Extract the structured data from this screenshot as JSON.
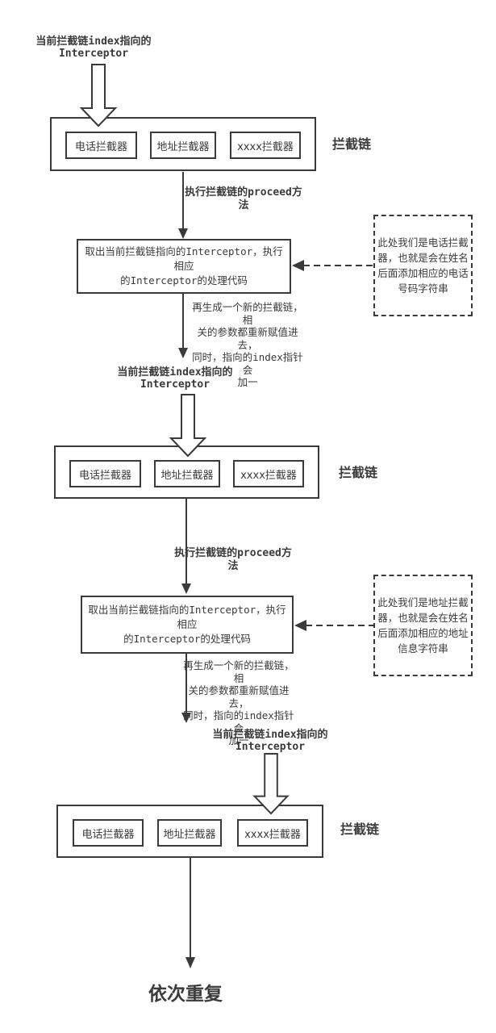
{
  "labels": {
    "pointer": [
      "当前拦截链index指向的",
      "Interceptor"
    ],
    "chain": "拦截链",
    "proceed": [
      "执行拦截链的proceed方",
      "法"
    ],
    "repeat": "依次重复"
  },
  "chain": {
    "interceptors": [
      "电话拦截器",
      "地址拦截器",
      "xxxx拦截器"
    ]
  },
  "process_text": [
    "取出当前拦截链指向的Interceptor，执行相应",
    "的Interceptor的处理代码"
  ],
  "regen_text": [
    "再生成一个新的拦截链，相",
    "关的参数都重新赋值进去，",
    "同时，指向的index指针会",
    "加一"
  ],
  "notes": {
    "phone": [
      "此处我们是电话拦截",
      "器，也就是会在姓名",
      "后面添加相应的电话",
      "号码字符串"
    ],
    "address": [
      "此处我们是地址拦截",
      "器，也就是会在姓名",
      "后面添加相应的地址",
      "信息字符串"
    ]
  },
  "colors": {
    "stroke": "#3a3a3a",
    "text": "#3b3b3b",
    "background": "#ffffff"
  }
}
